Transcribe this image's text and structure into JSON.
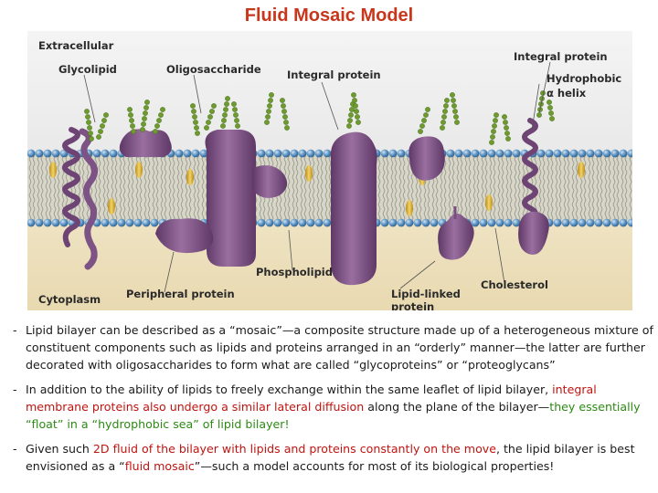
{
  "title": "Fluid Mosaic Model",
  "colors": {
    "title": "#c8361c",
    "highlight_red": "#c0140f",
    "highlight_green": "#2d8a14",
    "protein": "#7a4f80",
    "lipid_head": "#4f86b8",
    "glycan": "#6f9a2f"
  },
  "diagram": {
    "labels": {
      "extracellular": "Extracellular",
      "glycolipid": "Glycolipid",
      "oligosaccharide": "Oligosaccharide",
      "integral_protein_top": "Integral protein",
      "integral_protein_right": "Integral protein",
      "hydrophobic_1": "Hydrophobic",
      "hydrophobic_2": "α helix",
      "phospholipid": "Phospholipid",
      "cholesterol": "Cholesterol",
      "cytoplasm": "Cytoplasm",
      "peripheral_protein": "Peripheral protein",
      "lipid_linked_1": "Lipid-linked",
      "lipid_linked_2": "protein"
    }
  },
  "bullets": [
    {
      "segments": [
        {
          "text": "Lipid bilayer can be described as a “mosaic”—a composite structure made up of a heterogeneous mixture of constituent components such as lipids and proteins arranged in an “orderly” manner—the latter are further decorated with oligosaccharides to form what are called “glycoproteins” or “proteoglycans”",
          "style": "normal"
        }
      ]
    },
    {
      "segments": [
        {
          "text": "In addition to the ability of lipids to freely exchange within the same leaflet of lipid bilayer, ",
          "style": "normal"
        },
        {
          "text": "integral membrane proteins also undergo a similar lateral diffusion",
          "style": "red"
        },
        {
          "text": " along the plane of the bilayer—",
          "style": "normal"
        },
        {
          "text": "they essentially “float” in a “hydrophobic sea” of lipid bilayer!",
          "style": "green"
        }
      ]
    },
    {
      "segments": [
        {
          "text": "Given such ",
          "style": "normal"
        },
        {
          "text": "2D fluid of the bilayer with lipids and proteins constantly on the move",
          "style": "red"
        },
        {
          "text": ", the lipid bilayer is best envisioned as a “",
          "style": "normal"
        },
        {
          "text": "fluid mosaic",
          "style": "red"
        },
        {
          "text": "”—such a model accounts for most of its biological properties!",
          "style": "normal"
        }
      ]
    }
  ]
}
